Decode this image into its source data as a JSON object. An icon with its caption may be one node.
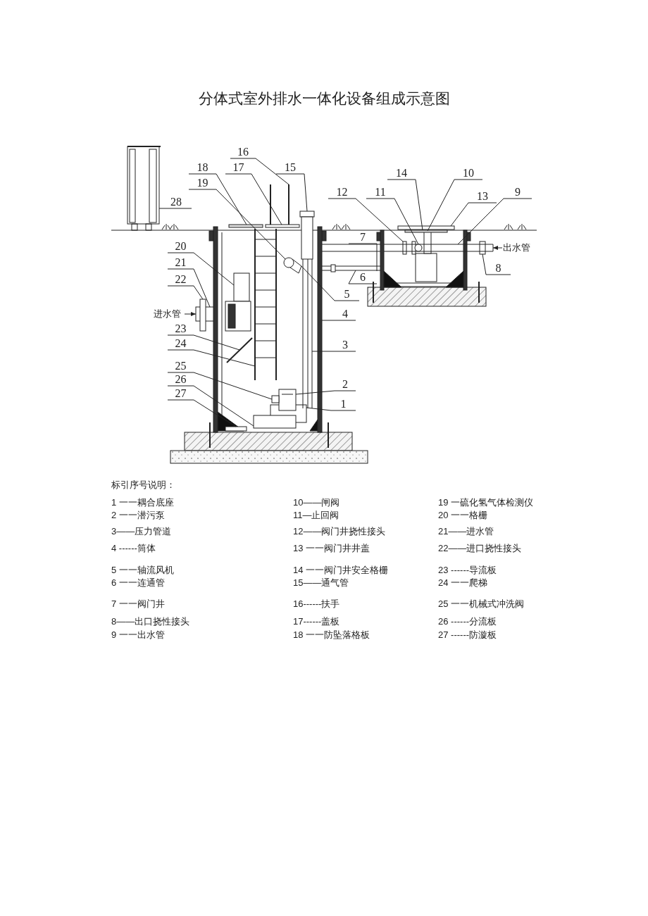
{
  "diagram": {
    "title": "分体式室外排水一体化设备组成示意图",
    "nodes": [
      {
        "text": [
          "1"
        ]
      },
      {
        "text": [
          "2"
        ]
      },
      {
        "text": [
          "3"
        ]
      },
      {
        "text": [
          "4"
        ]
      },
      {
        "text": [
          "5"
        ]
      },
      {
        "text": [
          "6"
        ]
      },
      {
        "text": [
          "7"
        ]
      },
      {
        "text": [
          "8"
        ]
      },
      {
        "text": [
          "9"
        ]
      },
      {
        "text": [
          "10"
        ]
      },
      {
        "text": [
          "11"
        ]
      },
      {
        "text": [
          "12"
        ]
      },
      {
        "text": [
          "13"
        ]
      },
      {
        "text": [
          "14"
        ]
      },
      {
        "text": [
          "15"
        ]
      },
      {
        "text": [
          "16"
        ]
      },
      {
        "text": [
          "17"
        ]
      },
      {
        "text": [
          "18"
        ]
      },
      {
        "text": [
          "19"
        ]
      },
      {
        "text": [
          "20"
        ]
      },
      {
        "text": [
          "21"
        ]
      },
      {
        "text": [
          "22"
        ]
      },
      {
        "text": [
          "23"
        ]
      },
      {
        "text": [
          "24"
        ]
      },
      {
        "text": [
          "25"
        ]
      },
      {
        "text": [
          "26"
        ]
      },
      {
        "text": [
          "27"
        ]
      },
      {
        "text": [
          "28"
        ]
      },
      {
        "text": [
          "进水管"
        ]
      },
      {
        "text": [
          "出水管"
        ]
      },
      {
        "text": [],
        "shape": "box",
        "in": 33
      },
      {
        "text": [],
        "shape": "picture",
        "in": 33
      },
      {
        "text": [],
        "shape": "picture",
        "in": 33
      },
      {
        "text": [],
        "shape": "picture"
      },
      {
        "text": [],
        "shape": "picture",
        "in": 33
      },
      {
        "text": [],
        "shape": "picture"
      },
      {
        "text": [],
        "shape": "picture"
      },
      {
        "text": [],
        "shape": "box"
      },
      {
        "text": [],
        "shape": "picture"
      },
      {
        "text": [],
        "shape": "box",
        "in": 36
      },
      {
        "text": [],
        "shape": "circle"
      },
      {
        "text": [],
        "shape": "picture",
        "in": 36
      },
      {
        "text": [],
        "shape": "box"
      },
      {
        "text": [],
        "shape": "box",
        "in": 36
      },
      {
        "text": [],
        "shape": "picture"
      },
      {
        "text": [],
        "shape": "picture"
      },
      {
        "text": [],
        "shape": "box"
      },
      {
        "text": [],
        "shape": "box"
      },
      {
        "text": [],
        "shape": "circle",
        "in": 33
      },
      {
        "text": [],
        "shape": "picture",
        "in": 33
      },
      {
        "text": [],
        "shape": "box"
      },
      {
        "text": [],
        "shape": "box"
      },
      {
        "text": [],
        "shape": "picture",
        "in": 33
      },
      {
        "text": [],
        "shape": "picture",
        "in": 33
      },
      {
        "text": [],
        "shape": "box",
        "in": 33
      },
      {
        "text": [],
        "shape": "box",
        "in": 33
      },
      {
        "text": [],
        "shape": "box",
        "in": 33
      },
      {
        "text": [],
        "shape": "picture"
      }
    ],
    "edges": [
      {
        "from": 0,
        "to": 30,
        "arrow": "none"
      },
      {
        "from": 1,
        "to": 31,
        "arrow": "none"
      },
      {
        "from": 2,
        "to": 32,
        "arrow": "none"
      },
      {
        "from": 3,
        "to": 33,
        "arrow": "none"
      },
      {
        "from": 4,
        "to": 34,
        "arrow": "none"
      },
      {
        "from": 5,
        "to": 35,
        "arrow": "none"
      },
      {
        "from": 6,
        "to": 36,
        "arrow": "none"
      },
      {
        "from": 7,
        "to": 37,
        "arrow": "none"
      },
      {
        "from": 8,
        "to": 38,
        "arrow": "none"
      },
      {
        "from": 9,
        "to": 39,
        "arrow": "none"
      },
      {
        "from": 10,
        "to": 40,
        "arrow": "none"
      },
      {
        "from": 11,
        "to": 41,
        "arrow": "none"
      },
      {
        "from": 12,
        "to": 42,
        "arrow": "none"
      },
      {
        "from": 13,
        "to": 43,
        "arrow": "none"
      },
      {
        "from": 14,
        "to": 44,
        "arrow": "none"
      },
      {
        "from": 15,
        "to": 45,
        "arrow": "none"
      },
      {
        "from": 16,
        "to": 46,
        "arrow": "none"
      },
      {
        "from": 17,
        "to": 47,
        "arrow": "none"
      },
      {
        "from": 18,
        "to": 48,
        "arrow": "none"
      },
      {
        "from": 19,
        "to": 49,
        "arrow": "none"
      },
      {
        "from": 20,
        "to": 50,
        "arrow": "none"
      },
      {
        "from": 21,
        "to": 51,
        "arrow": "none"
      },
      {
        "from": 22,
        "to": 52,
        "arrow": "none"
      },
      {
        "from": 23,
        "to": 53,
        "arrow": "none"
      },
      {
        "from": 24,
        "to": 54,
        "arrow": "none"
      },
      {
        "from": 25,
        "to": 55,
        "arrow": "none"
      },
      {
        "from": 26,
        "to": 56,
        "arrow": "none"
      },
      {
        "from": 27,
        "to": 57,
        "arrow": "none"
      },
      {
        "from": 28,
        "to": 50,
        "arrow": "to"
      },
      {
        "from": 29,
        "to": 38,
        "arrow": "to"
      }
    ],
    "labels": [
      "标引序号说明：",
      "1 一一耦合底座",
      "10——闸阀",
      "19 一硫化氢气体检测仪",
      "2 一一潜污泵",
      "11—止回阀",
      "20 一一格栅",
      "3——压力管道",
      "12——阀门井挠性接头",
      "21——进水管",
      "4 ------筒体",
      "13 一一阀门井井盖",
      "22——进口挠性接头",
      "5 一一轴流风机",
      "14 一一阀门井安全格栅",
      "23 ------导流板",
      "6 一一连通管",
      "15——通气管",
      "24 一一爬梯",
      "7 一一阀门井",
      "16------扶手",
      "25 一一机械式冲洗阀",
      "8——出口挠性接头",
      "17------盖板",
      "26 ------分流板",
      "9 一一出水管",
      "18 一一防坠落格板",
      "27 ------防漩板"
    ]
  }
}
